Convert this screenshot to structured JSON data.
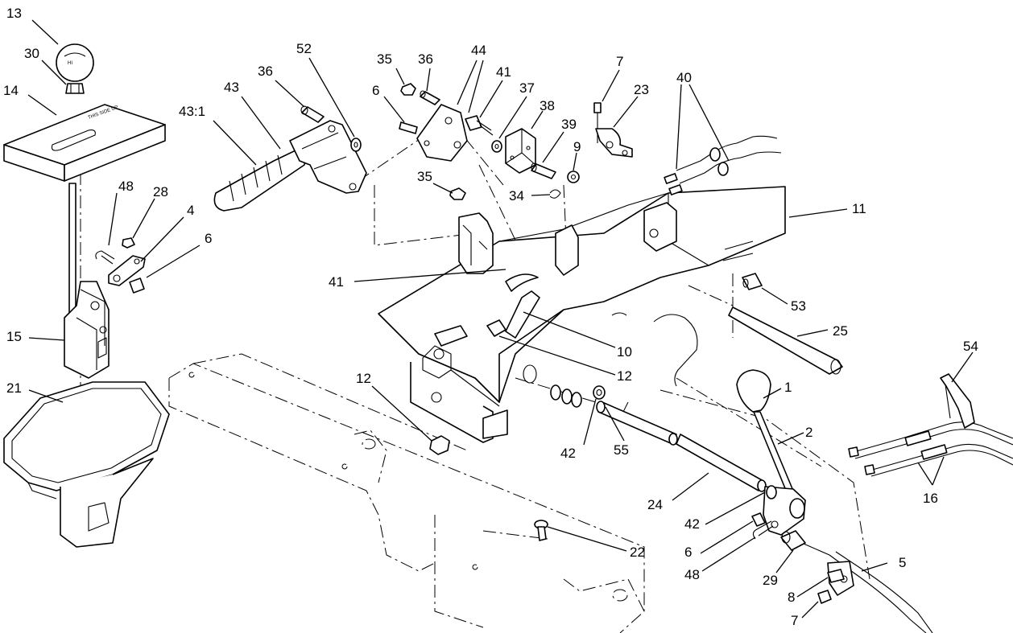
{
  "diagram": {
    "knob_text": "HI",
    "plate_text": "THIS SIDE UP",
    "callouts": [
      {
        "id": "c13",
        "text": "13"
      },
      {
        "id": "c30",
        "text": "30"
      },
      {
        "id": "c14",
        "text": "14"
      },
      {
        "id": "c48a",
        "text": "48"
      },
      {
        "id": "c28",
        "text": "28"
      },
      {
        "id": "c4",
        "text": "4"
      },
      {
        "id": "c6a",
        "text": "6"
      },
      {
        "id": "c15",
        "text": "15"
      },
      {
        "id": "c21",
        "text": "21"
      },
      {
        "id": "c43_1",
        "text": "43:1"
      },
      {
        "id": "c43",
        "text": "43"
      },
      {
        "id": "c36a",
        "text": "36"
      },
      {
        "id": "c52",
        "text": "52"
      },
      {
        "id": "c35a",
        "text": "35"
      },
      {
        "id": "c36b",
        "text": "36"
      },
      {
        "id": "c44",
        "text": "44"
      },
      {
        "id": "c6b",
        "text": "6"
      },
      {
        "id": "c41a",
        "text": "41"
      },
      {
        "id": "c37",
        "text": "37"
      },
      {
        "id": "c38",
        "text": "38"
      },
      {
        "id": "c39",
        "text": "39"
      },
      {
        "id": "c7a",
        "text": "7"
      },
      {
        "id": "c23",
        "text": "23"
      },
      {
        "id": "c9",
        "text": "9"
      },
      {
        "id": "c40",
        "text": "40"
      },
      {
        "id": "c35b",
        "text": "35"
      },
      {
        "id": "c34",
        "text": "34"
      },
      {
        "id": "c11",
        "text": "11"
      },
      {
        "id": "c41b",
        "text": "41"
      },
      {
        "id": "c53",
        "text": "53"
      },
      {
        "id": "c25",
        "text": "25"
      },
      {
        "id": "c10",
        "text": "10"
      },
      {
        "id": "c12a",
        "text": "12"
      },
      {
        "id": "c12b",
        "text": "12"
      },
      {
        "id": "c54",
        "text": "54"
      },
      {
        "id": "c1",
        "text": "1"
      },
      {
        "id": "c2",
        "text": "2"
      },
      {
        "id": "c42a",
        "text": "42"
      },
      {
        "id": "c55",
        "text": "55"
      },
      {
        "id": "c24",
        "text": "24"
      },
      {
        "id": "c16",
        "text": "16"
      },
      {
        "id": "c42b",
        "text": "42"
      },
      {
        "id": "c6c",
        "text": "6"
      },
      {
        "id": "c48b",
        "text": "48"
      },
      {
        "id": "c29",
        "text": "29"
      },
      {
        "id": "c22",
        "text": "22"
      },
      {
        "id": "c5",
        "text": "5"
      },
      {
        "id": "c8",
        "text": "8"
      },
      {
        "id": "c7b",
        "text": "7"
      }
    ]
  }
}
